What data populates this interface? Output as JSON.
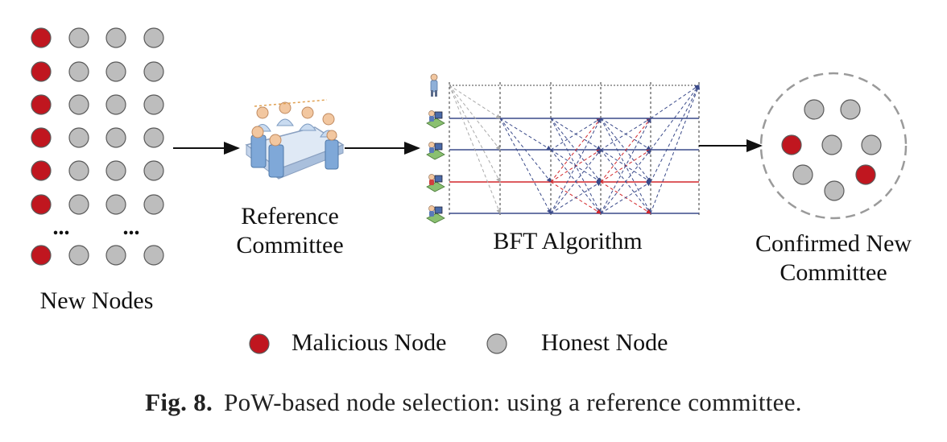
{
  "new_nodes": {
    "label": "New Nodes",
    "rows": [
      [
        "malicious",
        "honest",
        "honest",
        "honest"
      ],
      [
        "malicious",
        "honest",
        "honest",
        "honest"
      ],
      [
        "malicious",
        "honest",
        "honest",
        "honest"
      ],
      [
        "malicious",
        "honest",
        "honest",
        "honest"
      ],
      [
        "malicious",
        "honest",
        "honest",
        "honest"
      ],
      [
        "malicious",
        "honest",
        "honest",
        "honest"
      ],
      [
        "malicious",
        "honest",
        "honest",
        "honest"
      ]
    ],
    "ellipsis": "..."
  },
  "reference_committee": {
    "line1": "Reference",
    "line2": "Committee",
    "icon": "meeting-people-icon"
  },
  "bft": {
    "label": "BFT Algorithm",
    "participants": [
      "person-icon",
      "workstation-icon",
      "workstation-icon",
      "workstation-icon",
      "workstation-icon"
    ]
  },
  "confirmed": {
    "line1": "Confirmed New",
    "line2": "Committee",
    "nodes": [
      "honest",
      "honest",
      "malicious",
      "honest",
      "honest",
      "honest",
      "malicious",
      "honest"
    ]
  },
  "legend": {
    "malicious_label": "Malicious Node",
    "honest_label": "Honest Node"
  },
  "caption": {
    "prefix": "Fig. 8.",
    "text": "PoW-based node selection: using a reference committee."
  },
  "colors": {
    "malicious": "#c0161f",
    "honest": "#bdbdbd",
    "bft_line": "#3a4a8a",
    "bft_red": "#d2262a"
  }
}
